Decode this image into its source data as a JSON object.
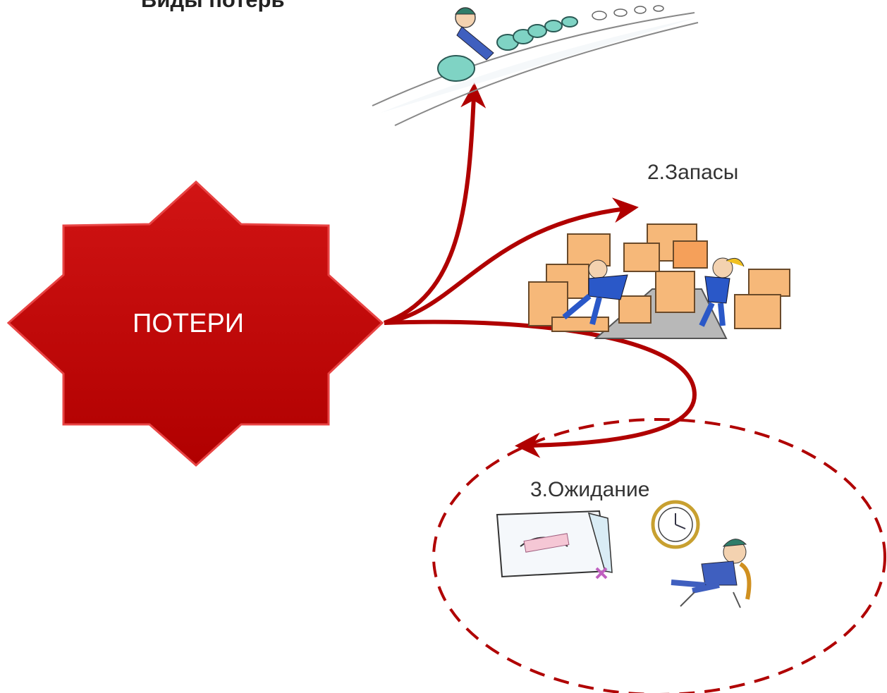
{
  "title": "Виды потерь",
  "center": {
    "label": "ПОТЕРИ",
    "fill": "#c00000",
    "stroke": "#e83b3b"
  },
  "branches": [
    {
      "id": "overproduction",
      "label": "",
      "icon": "cars-on-conveyor-illustration"
    },
    {
      "id": "inventory",
      "label": "2.Запасы",
      "icon": "stacked-boxes-workers-illustration"
    },
    {
      "id": "waiting",
      "label": "3.Ожидание",
      "icon": "idle-machine-and-waiting-worker-illustration"
    }
  ],
  "colors": {
    "arrow": "#b00000",
    "dashed_ellipse": "#b00000",
    "text": "#333333"
  }
}
